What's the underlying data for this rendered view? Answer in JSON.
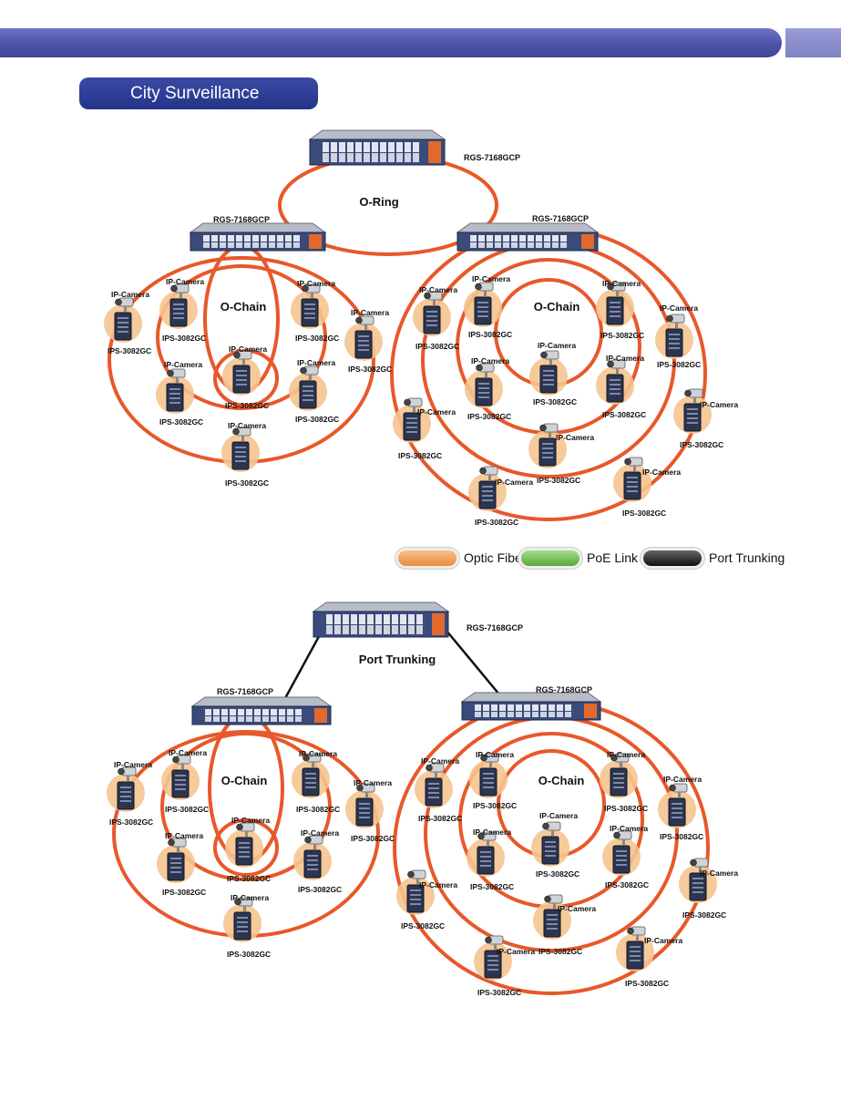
{
  "header": {
    "title": "City Surveillance"
  },
  "labels": {
    "switch_model": "RGS-7168GCP",
    "camera": "IP-Camera",
    "node_model": "IPS-3082GC",
    "ring": "O-Ring",
    "chain": "O-Chain",
    "trunk": "Port Trunking"
  },
  "legend": [
    {
      "label": "Optic Fiber",
      "color": "#f0a055"
    },
    {
      "label": "PoE Link",
      "color": "#6bbd4e"
    },
    {
      "label": "Port Trunking",
      "color": "#333333"
    }
  ],
  "colors": {
    "fiber": "#e8582a",
    "node_halo": "#f5c48f",
    "trunk": "#111111",
    "switch_body": "#3a4a7a"
  }
}
